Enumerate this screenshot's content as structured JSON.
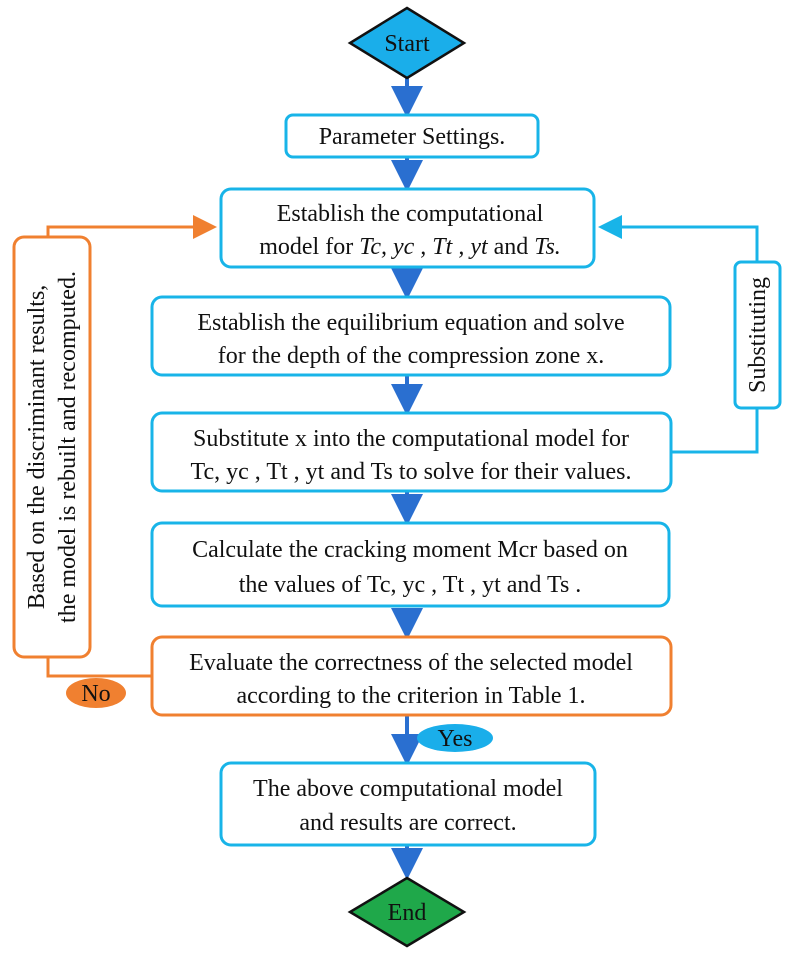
{
  "nodes": {
    "start": "Start",
    "parameter_settings": "Parameter Settings.",
    "establish_model_line1": "Establish the computational",
    "establish_model_line2_prefix": "model for ",
    "establish_model_line2_vars": "Tc, yc , Tt , yt",
    "establish_model_line2_and": " and ",
    "establish_model_line2_end": "Ts.",
    "equilibrium_line1": "Establish the equilibrium equation and solve",
    "equilibrium_line2": "for the depth of the compression zone x.",
    "substitute_line1": "Substitute x into the computational model for",
    "substitute_line2": "Tc, yc , Tt , yt and Ts to solve for their values.",
    "calculate_line1": "Calculate the cracking moment Mcr based on",
    "calculate_line2": "the values of  Tc, yc , Tt , yt and Ts .",
    "evaluate_line1": "Evaluate the correctness of the selected model",
    "evaluate_line2": "according to the criterion in Table 1.",
    "correct_line1": "The above computational model",
    "correct_line2": "and results are correct.",
    "end": "End"
  },
  "side_labels": {
    "substituting": "Substituting",
    "rebuild_line1": "Based on the discriminant results,",
    "rebuild_line2": "the model is rebuilt and recomputed."
  },
  "branch_labels": {
    "no": "No",
    "yes": "Yes"
  },
  "colors": {
    "blue_border": "#18b4e8",
    "blue_fill": "#1aaeea",
    "orange": "#f08030",
    "arrow_blue": "#2a6fd0",
    "green": "#1fa84a"
  }
}
